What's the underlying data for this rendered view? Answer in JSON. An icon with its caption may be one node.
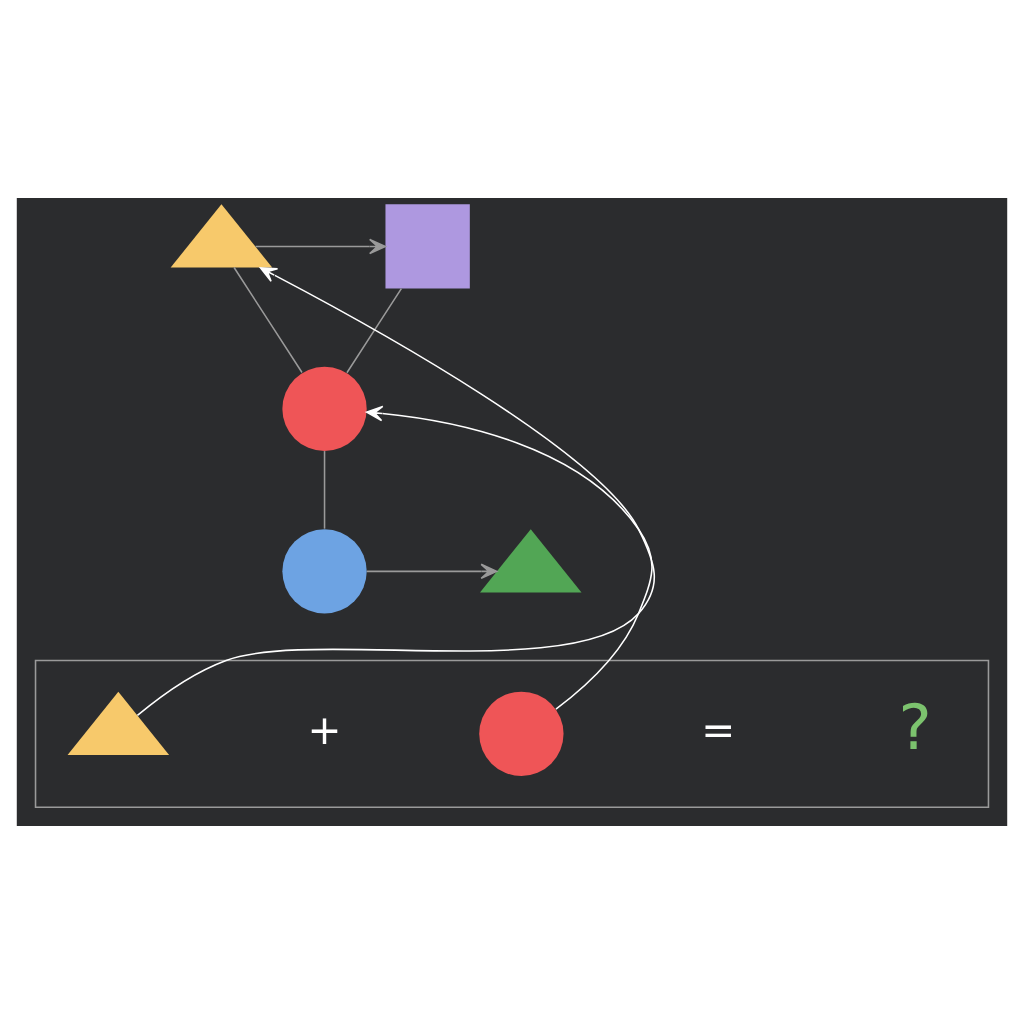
{
  "diagram": {
    "nodes": [
      {
        "text": [],
        "shape": "triangle"
      },
      {
        "text": [],
        "shape": "box"
      },
      {
        "text": [],
        "shape": "circle"
      },
      {
        "text": [],
        "shape": "circle"
      },
      {
        "text": [],
        "shape": "triangle"
      },
      {
        "text": [],
        "shape": "box"
      },
      {
        "text": [],
        "shape": "triangle",
        "in": 5
      },
      {
        "text": [],
        "shape": "circle",
        "in": 5
      }
    ],
    "edges": [
      {
        "from": 0,
        "to": 1,
        "arrow": "to"
      },
      {
        "from": 0,
        "to": 2,
        "arrow": "none"
      },
      {
        "from": 2,
        "to": 1,
        "arrow": "none"
      },
      {
        "from": 2,
        "to": 3,
        "arrow": "none"
      },
      {
        "from": 3,
        "to": 4,
        "arrow": "to"
      },
      {
        "from": 6,
        "to": 0,
        "arrow": "to",
        "color": "#ffffff"
      },
      {
        "from": 7,
        "to": 2,
        "arrow": "to",
        "color": "#ffffff"
      }
    ],
    "labels": [
      "+",
      "=",
      "?"
    ]
  }
}
